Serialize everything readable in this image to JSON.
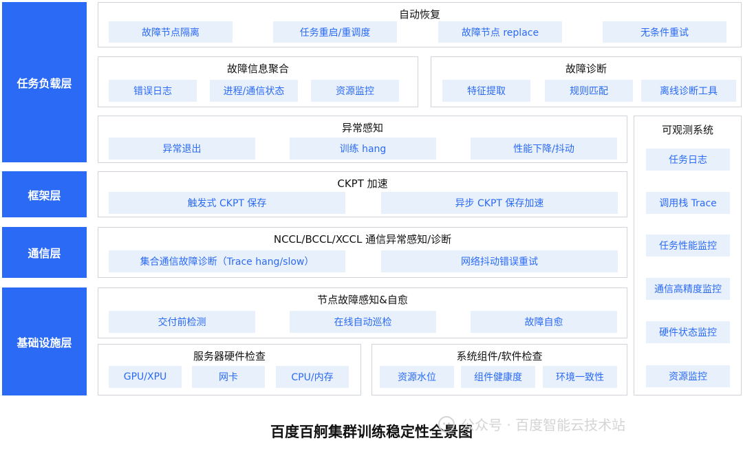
{
  "layers": {
    "task": "任务负载层",
    "framework": "框架层",
    "comm": "通信层",
    "infra": "基础设施层"
  },
  "panels": {
    "auto_recovery": {
      "title": "自动恢复",
      "items": [
        "故障节点隔离",
        "任务重启/重调度",
        "故障节点 replace",
        "无条件重试"
      ]
    },
    "fault_aggregation": {
      "title": "故障信息聚合",
      "items": [
        "错误日志",
        "进程/通信状态",
        "资源监控"
      ]
    },
    "fault_diagnosis": {
      "title": "故障诊断",
      "items": [
        "特征提取",
        "规则匹配",
        "离线诊断工具"
      ]
    },
    "anomaly_detection": {
      "title": "异常感知",
      "items": [
        "异常退出",
        "训练 hang",
        "性能下降/抖动"
      ]
    },
    "ckpt": {
      "title": "CKPT 加速",
      "items": [
        "触发式 CKPT 保存",
        "异步 CKPT 保存加速"
      ]
    },
    "nccl": {
      "title": "NCCL/BCCL/XCCL 通信异常感知/诊断",
      "items": [
        "集合通信故障诊断（Trace hang/slow）",
        "网络抖动错误重试"
      ]
    },
    "node_healing": {
      "title": "节点故障感知&自愈",
      "items": [
        "交付前检测",
        "在线自动巡检",
        "故障自愈"
      ]
    },
    "server_hw": {
      "title": "服务器硬件检查",
      "items": [
        "GPU/XPU",
        "网卡",
        "CPU/内存"
      ]
    },
    "sys_sw": {
      "title": "系统组件/软件检查",
      "items": [
        "资源水位",
        "组件健康度",
        "环境一致性"
      ]
    },
    "observability": {
      "title": "可观测系统",
      "items": [
        "任务日志",
        "调用栈 Trace",
        "任务性能监控",
        "通信高精度监控",
        "硬件状态监控",
        "资源监控"
      ]
    }
  },
  "caption": "百度百舸集群训练稳定性全景图",
  "watermark": "公众号 · 百度智能云技术站",
  "colors": {
    "layer_bg": "#2a6af4",
    "item_bg": "#e8f0fc",
    "item_text": "#2a6af4",
    "panel_border": "#cfd3da"
  }
}
